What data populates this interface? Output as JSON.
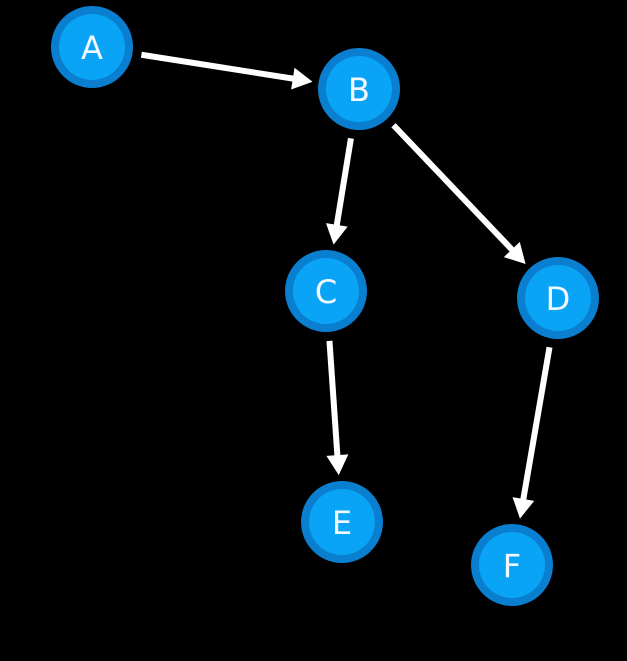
{
  "diagram": {
    "nodes": [
      {
        "id": "A",
        "label": "A"
      },
      {
        "id": "B",
        "label": "B"
      },
      {
        "id": "C",
        "label": "C"
      },
      {
        "id": "D",
        "label": "D"
      },
      {
        "id": "E",
        "label": "E"
      },
      {
        "id": "F",
        "label": "F"
      }
    ],
    "edges": [
      {
        "from": "A",
        "to": "B"
      },
      {
        "from": "B",
        "to": "C"
      },
      {
        "from": "B",
        "to": "D"
      },
      {
        "from": "C",
        "to": "E"
      },
      {
        "from": "D",
        "to": "F"
      }
    ]
  },
  "colors": {
    "background": "#000000",
    "node_fill": "#0aa4f6",
    "node_ring": "#0a7fd0",
    "edge": "#ffffff",
    "label": "#f2f8ff"
  }
}
